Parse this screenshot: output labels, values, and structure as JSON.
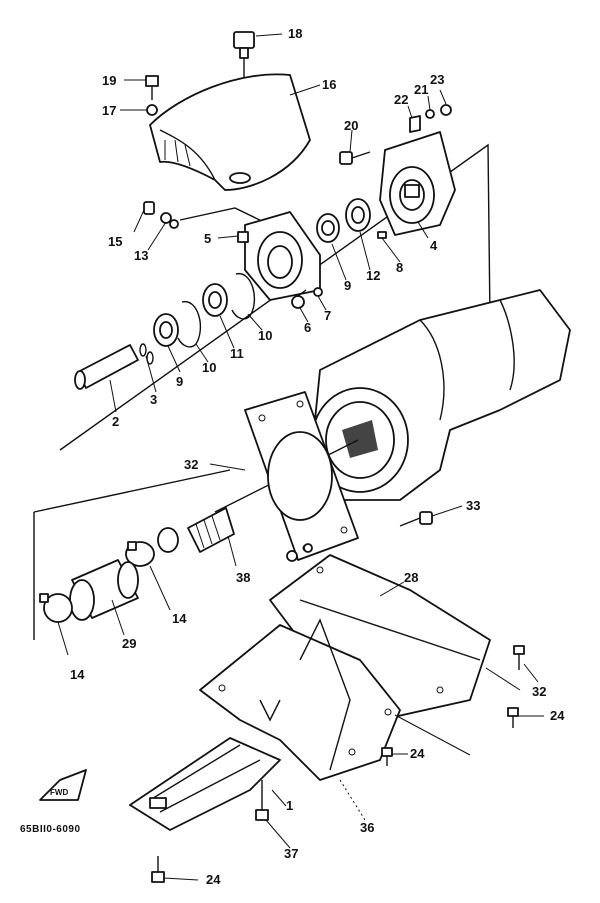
{
  "callouts": [
    "18",
    "19",
    "16",
    "17",
    "23",
    "21",
    "22",
    "20",
    "15",
    "13",
    "5",
    "4",
    "8",
    "12",
    "9",
    "7",
    "6",
    "10",
    "11",
    "10",
    "9",
    "3",
    "2",
    "32",
    "33",
    "38",
    "28",
    "14",
    "29",
    "14",
    "32",
    "24",
    "24",
    "1",
    "37",
    "36",
    "24"
  ],
  "figure_code": "65BII0-6090",
  "fwd_label": "FWD"
}
